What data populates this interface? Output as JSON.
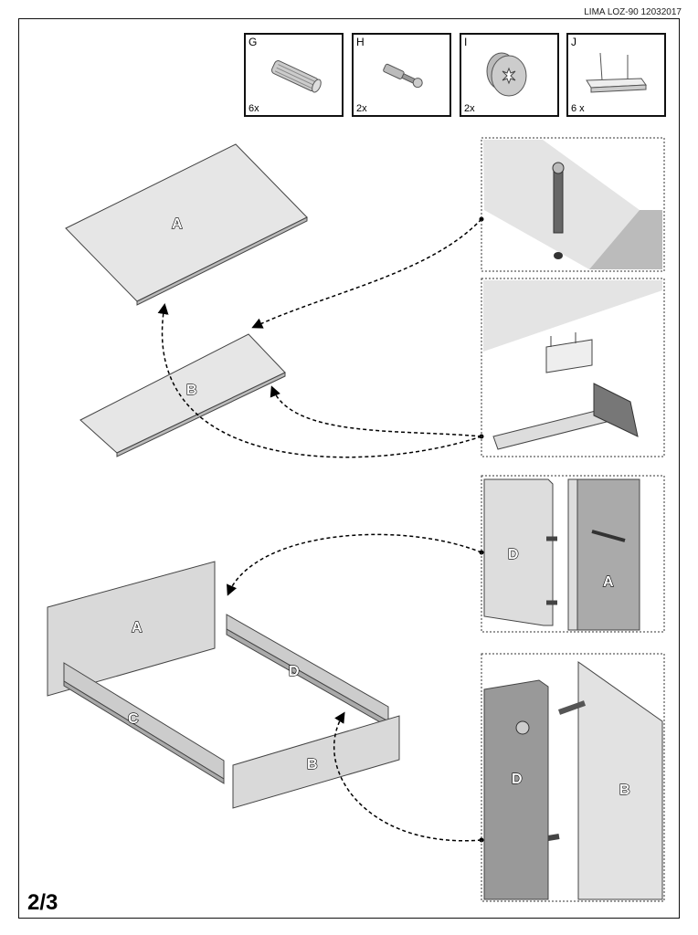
{
  "document_code": "LIMA LOZ-90  12032017",
  "page_number": "2/3",
  "parts": [
    {
      "letter": "G",
      "quantity": "6x",
      "icon": "wooden-dowel"
    },
    {
      "letter": "H",
      "quantity": "2x",
      "icon": "cam-bolt"
    },
    {
      "letter": "I",
      "quantity": "2x",
      "icon": "cam-lock"
    },
    {
      "letter": "J",
      "quantity": "6 x",
      "icon": "nail-in-support-block"
    }
  ],
  "panel_labels": {
    "step1_top": "A",
    "step1_bottom": "B",
    "step2_head": "A",
    "step2_side_left": "C",
    "step2_side_right": "D",
    "step2_foot": "B",
    "detail3_left": "D",
    "detail3_right": "A",
    "detail4_left": "D",
    "detail4_right": "B"
  }
}
